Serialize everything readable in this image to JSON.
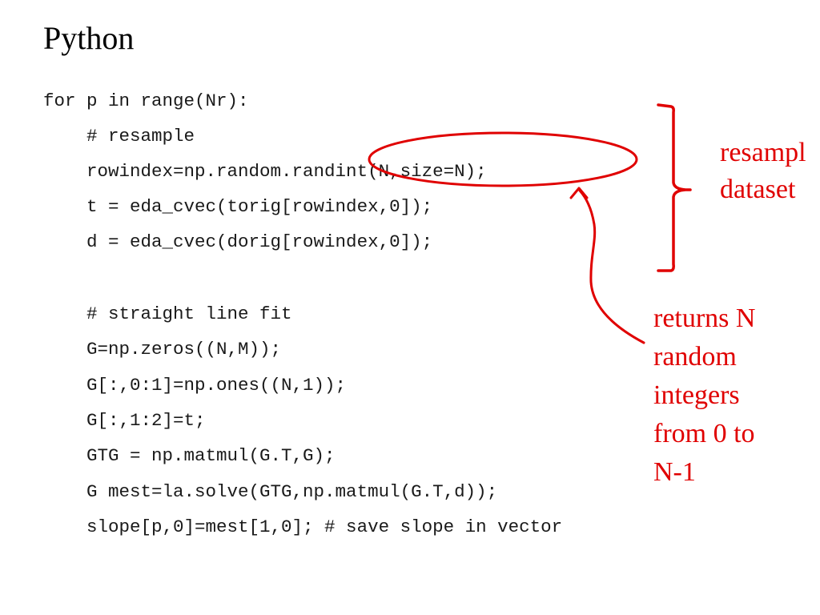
{
  "title": "Python",
  "code_lines": [
    "for p in range(Nr):",
    "    # resample",
    "    rowindex=np.random.randint(N,size=N);",
    "    t = eda_cvec(torig[rowindex,0]);",
    "    d = eda_cvec(dorig[rowindex,0]);",
    "",
    "    # straight line fit",
    "    G=np.zeros((N,M));",
    "    G[:,0:1]=np.ones((N,1));",
    "    G[:,1:2]=t;",
    "    GTG = np.matmul(G.T,G);",
    "    G mest=la.solve(GTG,np.matmul(G.T,d));",
    "    slope[p,0]=mest[1,0]; # save slope in vector"
  ],
  "annotations": {
    "resample": [
      "resampl",
      "dataset"
    ],
    "returns": [
      "returns N",
      "random",
      "integers",
      "from 0 to",
      "N-1"
    ]
  },
  "colors": {
    "annotation": "#e00000",
    "code": "#1a1a1a",
    "title": "#000000"
  }
}
